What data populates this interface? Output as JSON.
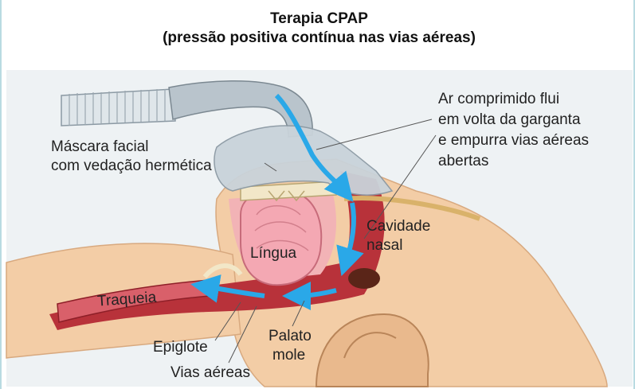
{
  "title": {
    "line1": "Terapia CPAP",
    "line2": "(pressão positiva contínua nas vias aéreas)"
  },
  "labels": {
    "mask_line1": "Máscara facial",
    "mask_line2": "com vedação hermética",
    "air_line1": "Ar comprimido flui",
    "air_line2": "em volta da garganta",
    "air_line3": "e empurra vias aéreas",
    "air_line4": "abertas",
    "nasal_line1": "Cavidade",
    "nasal_line2": "nasal",
    "tongue": "Língua",
    "trachea": "Traqueia",
    "epiglottis": "Epiglote",
    "palate_line1": "Palato",
    "palate_line2": "mole",
    "airways": "Vias aéreas"
  },
  "colors": {
    "border": "#b9dbe2",
    "panel": "#eef2f4",
    "skin": "#f3cda6",
    "flesh_dark": "#b8323a",
    "flesh_mid": "#d9606a",
    "flesh_light": "#f2b3b6",
    "tongue": "#f4a8b3",
    "mask": "#c9d3da",
    "air_arrow": "#2aa8e8",
    "bone": "#f2e7c8",
    "leader": "#555555"
  }
}
